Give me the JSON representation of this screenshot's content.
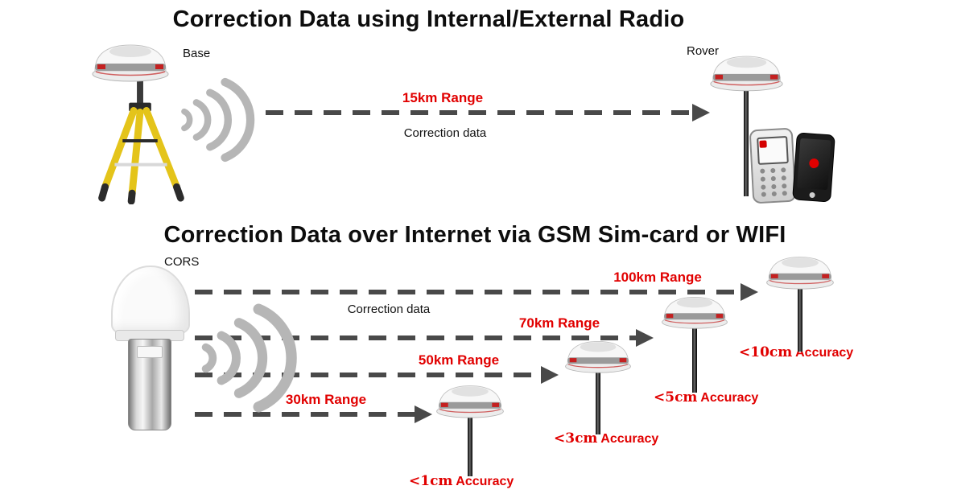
{
  "colors": {
    "accent_red": "#e10000",
    "text_black": "#111111",
    "wave_gray": "#b6b6b6",
    "arrow_gray": "#494949"
  },
  "top_section": {
    "title": "Correction Data using Internal/External Radio",
    "base_label": "Base",
    "rover_label": "Rover",
    "range_label": "15km Range",
    "correction_label": "Correction data"
  },
  "bottom_section": {
    "title": "Correction Data over Internet via GSM Sim-card or WIFI",
    "cors_label": "CORS",
    "correction_label": "Correction data",
    "links": [
      {
        "range": "100km Range",
        "accuracy_value": "<10cm",
        "accuracy_word": "Accuracy"
      },
      {
        "range": "70km Range",
        "accuracy_value": "<5cm",
        "accuracy_word": "Accuracy"
      },
      {
        "range": "50km Range",
        "accuracy_value": "<3cm",
        "accuracy_word": "Accuracy"
      },
      {
        "range": "30km Range",
        "accuracy_value": "<1cm",
        "accuracy_word": "Accuracy"
      }
    ]
  }
}
